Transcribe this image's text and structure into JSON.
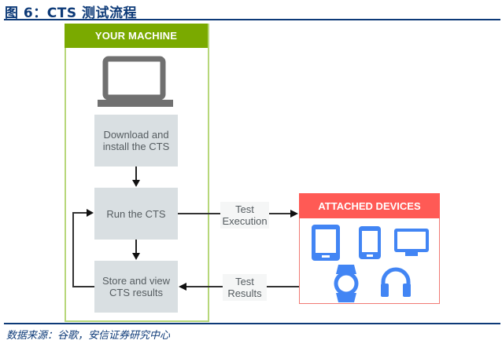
{
  "figure": {
    "title": "图 6：CTS 测试流程",
    "source": "数据来源：谷歌，安信证券研究中心"
  },
  "your_machine": {
    "header": "YOUR MACHINE",
    "icon": "laptop-icon",
    "steps": [
      {
        "label": "Download and install the CTS"
      },
      {
        "label": "Run the CTS"
      },
      {
        "label": "Store and view CTS results"
      }
    ]
  },
  "edges": {
    "test_execution": "Test Execution",
    "test_results": "Test Results"
  },
  "attached_devices": {
    "header": "ATTACHED DEVICES",
    "icons": [
      "tablet-icon",
      "phone-icon",
      "monitor-icon",
      "watch-icon",
      "headphones-icon"
    ]
  },
  "colors": {
    "machine_green": "#7aaa00",
    "machine_border": "#b7d77a",
    "devices_red": "#ff5a55",
    "device_icon_blue": "#4285f4",
    "laptop_gray": "#707070",
    "step_gray": "#d9dfe2",
    "title_blue": "#0d3a78"
  }
}
